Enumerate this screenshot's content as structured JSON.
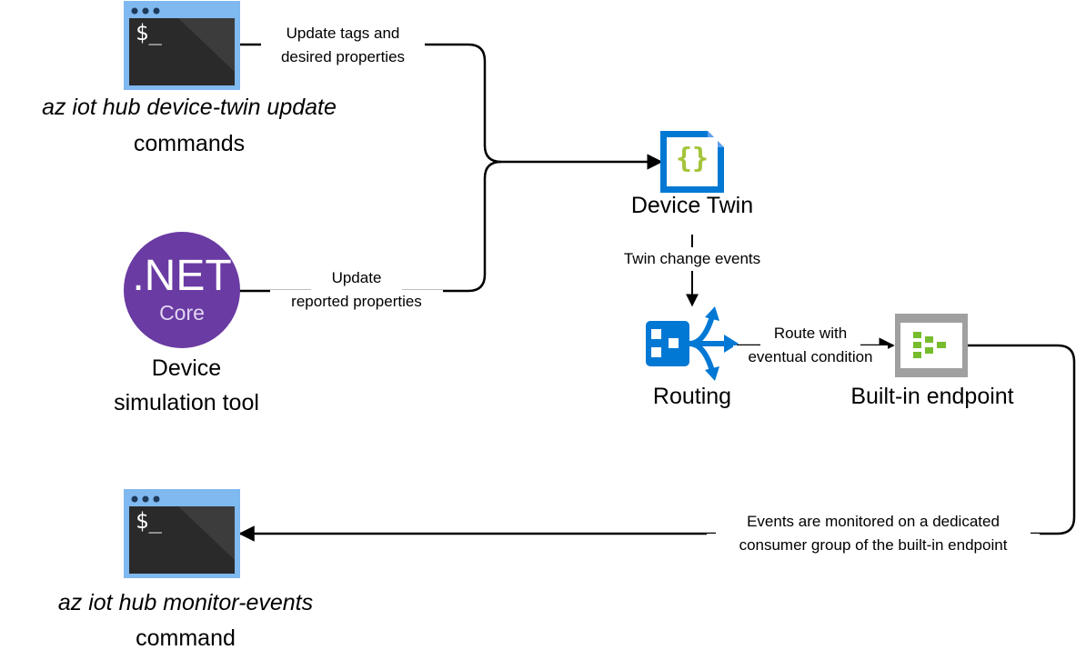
{
  "nodes": {
    "cli_update": {
      "icon": "terminal-icon",
      "prompt": "$_",
      "caption_line1": "az iot hub device-twin update",
      "caption_line2": "commands"
    },
    "sim_tool": {
      "icon": "dotnet-core-icon",
      "logo_text": ".NET",
      "logo_subtext": "Core",
      "caption_line1": "Device",
      "caption_line2": "simulation tool"
    },
    "device_twin": {
      "icon": "json-document-icon",
      "glyph": "{}",
      "caption": "Device Twin"
    },
    "routing": {
      "icon": "routing-icon",
      "caption": "Routing"
    },
    "builtin_endpoint": {
      "icon": "event-hub-icon",
      "caption": "Built-in endpoint"
    },
    "cli_monitor": {
      "icon": "terminal-icon",
      "prompt": "$_",
      "caption_line1": "az iot hub monitor-events",
      "caption_line2": "command"
    }
  },
  "edges": {
    "update_desired": {
      "line1": "Update tags and",
      "line2": "desired properties"
    },
    "update_reported": {
      "line1": "Update",
      "line2": "reported properties"
    },
    "twin_change": {
      "line1": "Twin change events"
    },
    "route": {
      "line1": "Route with",
      "line2": "eventual condition"
    },
    "monitor": {
      "line1": "Events are monitored on a dedicated",
      "line2": "consumer group of the built-in endpoint"
    }
  },
  "colors": {
    "line": "#000000",
    "azure_blue": "#0078d4",
    "terminal_frame": "#7fb9ef",
    "terminal_screen": "#2a2a2a",
    "dotnet_purple": "#6a3ba3",
    "json_green": "#a4c43a",
    "eventhub_gray": "#a0a0a0",
    "eventhub_green": "#76bc2d"
  }
}
